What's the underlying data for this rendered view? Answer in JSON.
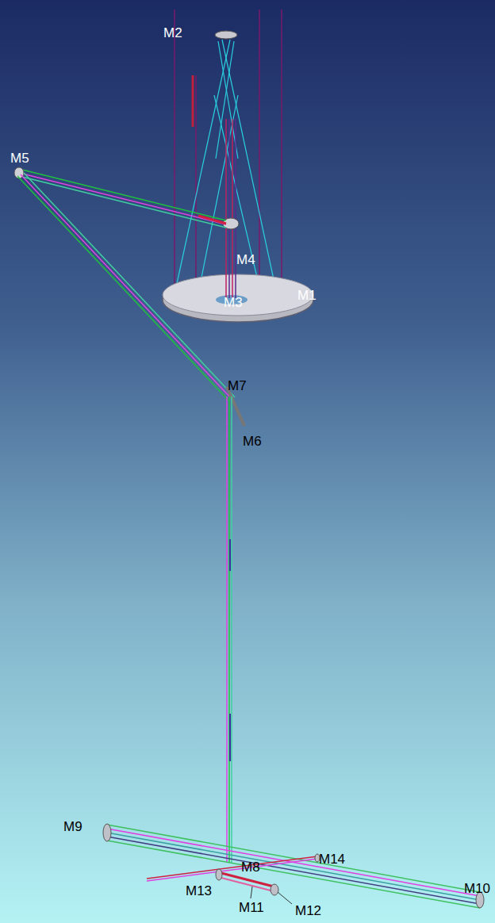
{
  "diagram": {
    "labels": [
      "M2",
      "M5",
      "M4",
      "M1",
      "M3",
      "M7",
      "M6",
      "M9",
      "M8",
      "M14",
      "M13",
      "M11",
      "M12",
      "M10"
    ]
  }
}
